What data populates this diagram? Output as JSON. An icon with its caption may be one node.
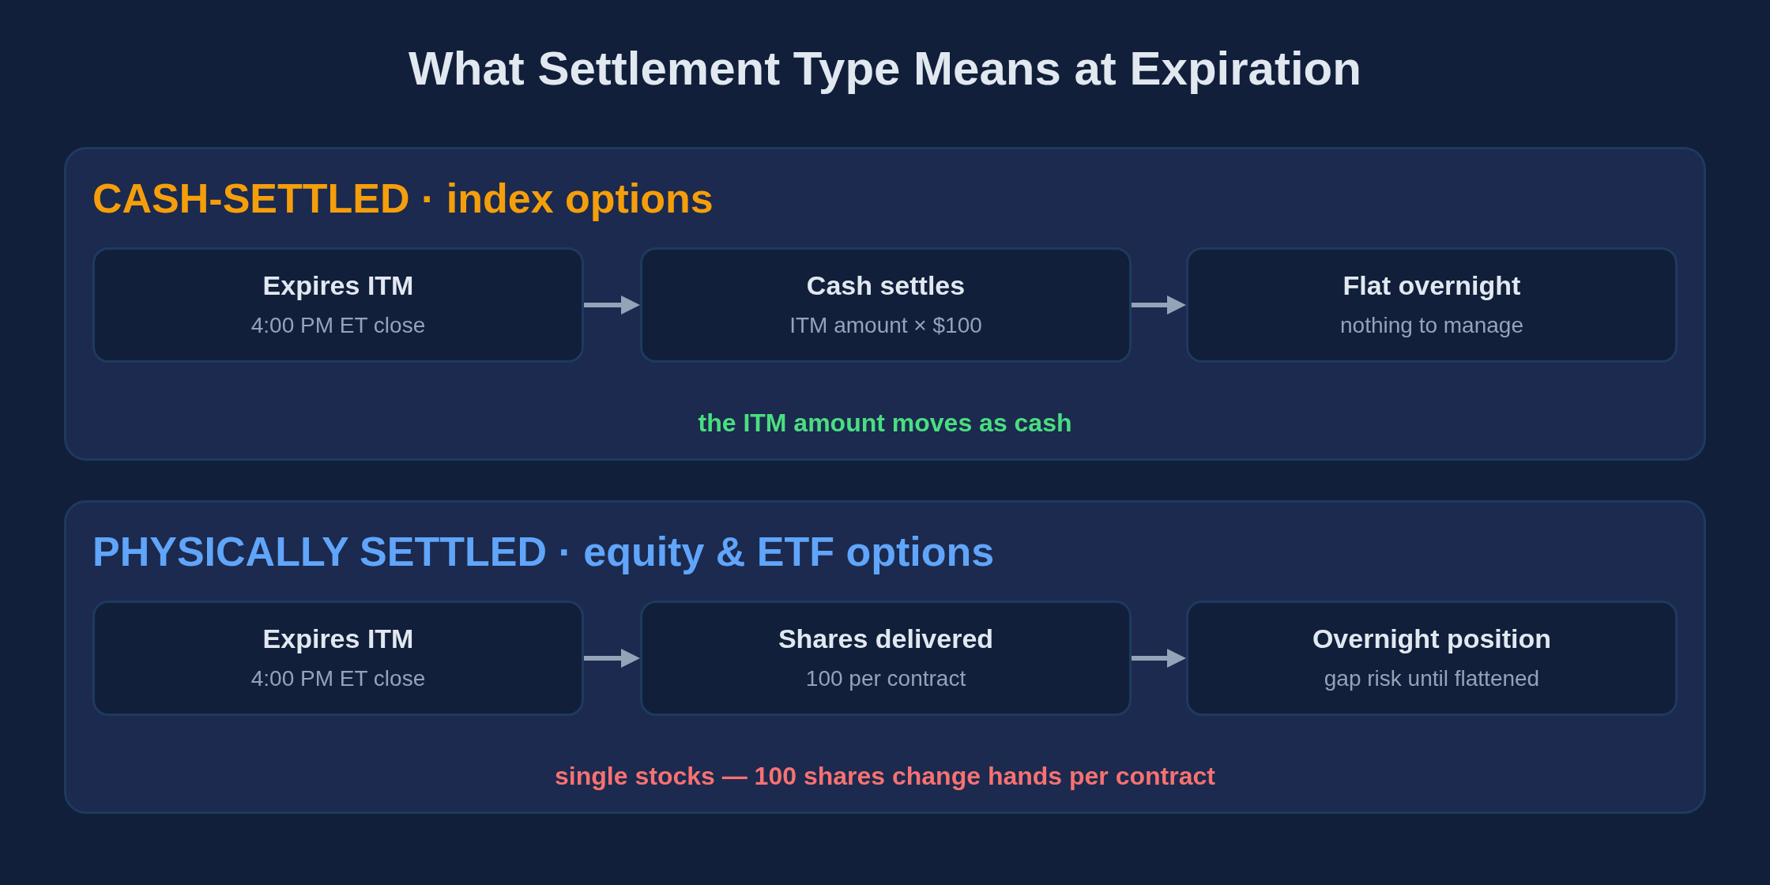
{
  "diagram": {
    "title": "What Settlement Type Means at Expiration",
    "nodes": [
      {
        "text": [
          "CASH-SETTLED · index options",
          "the ITM amount moves as cash"
        ]
      },
      {
        "text": [
          "Expires ITM",
          "4:00 PM ET close"
        ],
        "in": 0
      },
      {
        "text": [
          "Cash settles",
          "ITM amount × $100"
        ],
        "in": 0
      },
      {
        "text": [
          "Flat overnight",
          "nothing to manage"
        ],
        "in": 0
      },
      {
        "text": [
          "PHYSICALLY SETTLED · equity & ETF options",
          "single stocks — 100 shares change hands per contract"
        ]
      },
      {
        "text": [
          "Expires ITM",
          "4:00 PM ET close"
        ],
        "in": 4
      },
      {
        "text": [
          "Shares delivered",
          "100 per contract"
        ],
        "in": 4
      },
      {
        "text": [
          "Overnight position",
          "gap risk until flattened"
        ],
        "in": 4
      }
    ],
    "edges": [
      {
        "from": 1,
        "to": 2,
        "arrow": "to"
      },
      {
        "from": 2,
        "to": 3,
        "arrow": "to"
      },
      {
        "from": 5,
        "to": 6,
        "arrow": "to"
      },
      {
        "from": 6,
        "to": 7,
        "arrow": "to"
      }
    ]
  }
}
